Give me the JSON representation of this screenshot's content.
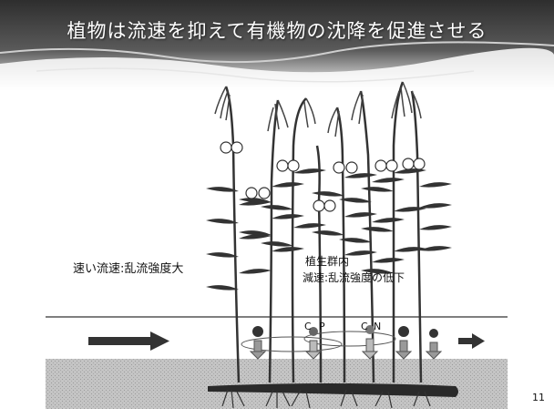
{
  "slide": {
    "title": "植物は流速を抑えて有機物の沈降を促進させる",
    "label_fast_flow": "速い流速:乱流強度大",
    "label_vegetation_line1": "植生群内",
    "label_vegetation_line2": "減速:乱流強度の低下",
    "element_c1": "C",
    "element_p": "P",
    "element_c2": "C",
    "element_n": "N",
    "page_number": "11"
  },
  "colors": {
    "header_dark": "#3a3a3a",
    "water_line": "#555555",
    "flow_arrow": "#333333",
    "sediment": "#bdbdbd",
    "plant": "#3a3a3a"
  }
}
